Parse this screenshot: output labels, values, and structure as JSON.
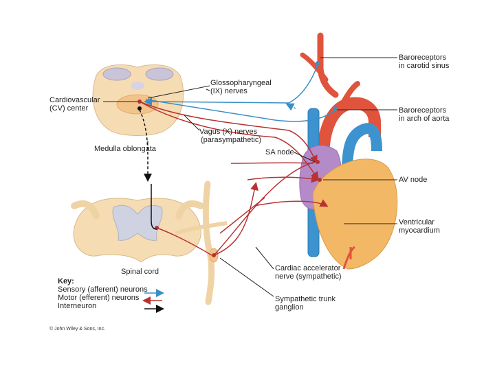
{
  "labels": {
    "baroreceptors_carotid_1": "Baroreceptors",
    "baroreceptors_carotid_2": "in carotid sinus",
    "baroreceptors_aorta_1": "Baroreceptors",
    "baroreceptors_aorta_2": "in arch of aorta",
    "glossopharyngeal_1": "Glossopharyngeal",
    "glossopharyngeal_2": "(IX) nerves",
    "cv_center_1": "Cardiovascular",
    "cv_center_2": "(CV) center",
    "vagus_1": "Vagus (X) nerves",
    "vagus_2": "(parasympathetic)",
    "medulla": "Medulla oblongata",
    "sa_node": "SA node",
    "av_node": "AV node",
    "ventricular_1": "Ventricular",
    "ventricular_2": "myocardium",
    "spinal_cord": "Spinal cord",
    "cardiac_acc_1": "Cardiac accelerator",
    "cardiac_acc_2": "nerve (sympathetic)",
    "sym_trunk_1": "Sympathetic trunk",
    "sym_trunk_2": "ganglion"
  },
  "key": {
    "title": "Key:",
    "sensory": "Sensory (afferent) neurons",
    "motor": "Motor (efferent) neurons",
    "interneuron": "Interneuron"
  },
  "copyright": "© John Wiley & Sons, Inc.",
  "colors": {
    "sensory": "#3a8fc8",
    "motor": "#b83232",
    "interneuron": "#111111",
    "heart": "#f3b866",
    "atrium": "#b58ac8",
    "artery": "#e0533c",
    "vein": "#3d93cf",
    "tissue": "#f6dcb2"
  }
}
